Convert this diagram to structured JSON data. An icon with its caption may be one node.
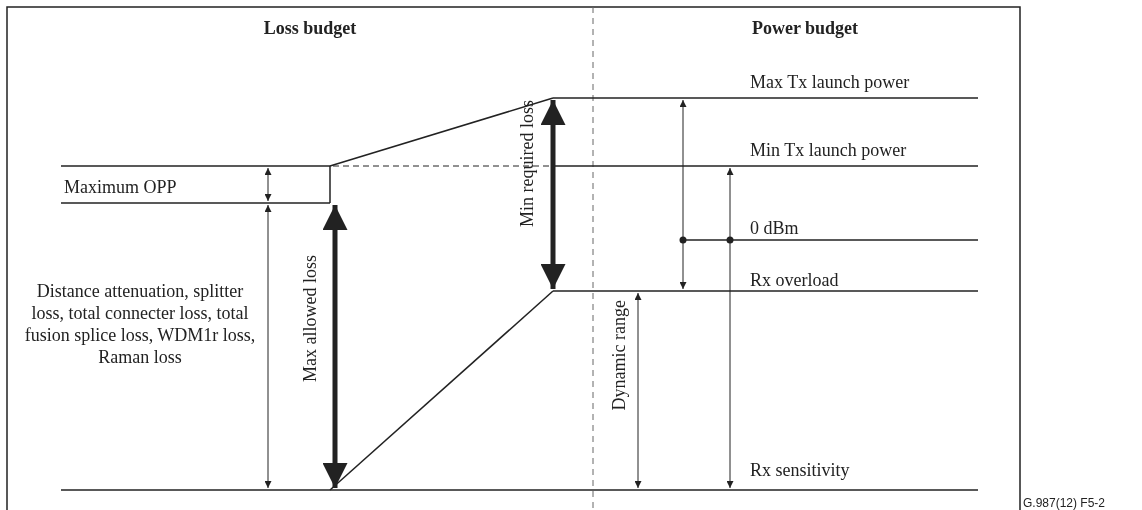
{
  "diagram": {
    "labels": [
      "Loss budget",
      "Power budget",
      "Max Tx launch power",
      "Maximum OPP",
      "Min Tx launch power",
      "Min required loss",
      "0 dBm",
      "Max allowed loss",
      "Distance attenuation, splitter loss, total connecter loss, total fusion splice loss, WDM1r loss, Raman loss",
      "Rx overload",
      "Dynamic range",
      "Rx sensitivity",
      "G.987(12) F5-2"
    ]
  }
}
